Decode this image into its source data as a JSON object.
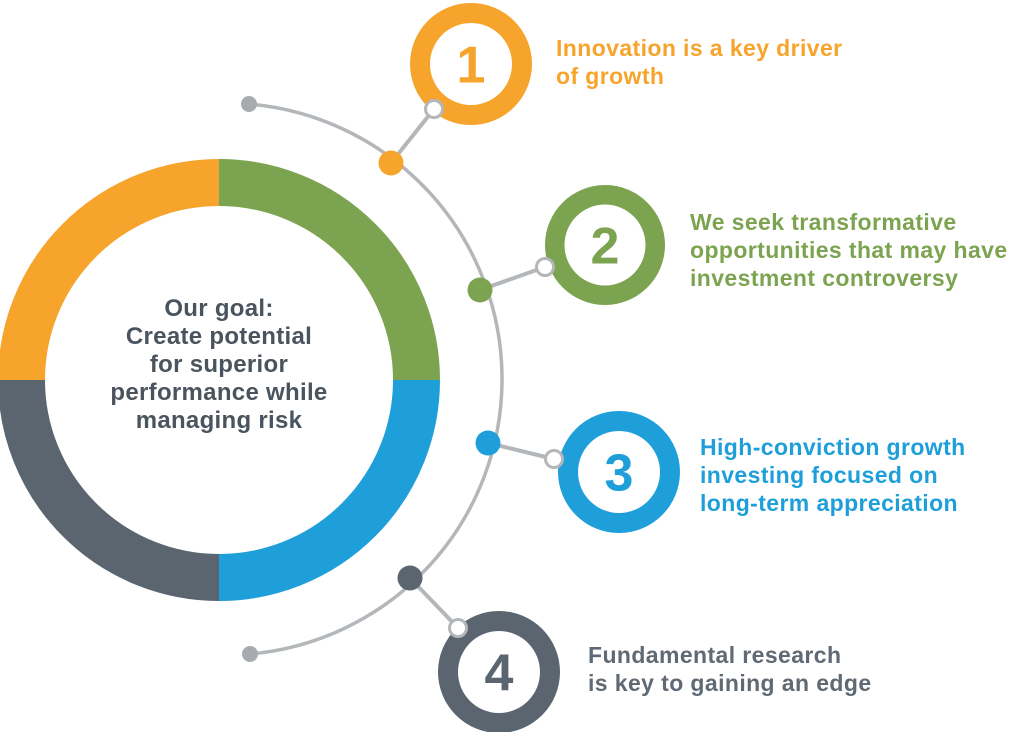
{
  "title": "Investment approach infographic",
  "colors": {
    "orange": "#F6A42C",
    "green": "#7CA450",
    "blue": "#1F9FDA",
    "slate": "#5A6570",
    "line": "#B4B7BA",
    "end_dot": "#A7ABAF",
    "white": "#FFFFFF"
  },
  "donut": {
    "text_color": "#4A545F",
    "center_lines": {
      "0": "Our goal:",
      "1": "Create potential",
      "2": "for superior",
      "3": "performance while",
      "4": "managing risk"
    },
    "segments": {
      "top_left": {
        "name": "orange-segment",
        "color": "#F6A42C"
      },
      "top_right": {
        "name": "green-segment",
        "color": "#7CA450"
      },
      "bottom_right": {
        "name": "blue-segment",
        "color": "#1F9FDA"
      },
      "bottom_left": {
        "name": "slate-segment",
        "color": "#5A6570"
      }
    }
  },
  "items": {
    "0": {
      "number": "1",
      "color": "#F6A42C",
      "lines": {
        "0": "Innovation is a key driver",
        "1": "of growth"
      }
    },
    "1": {
      "number": "2",
      "color": "#7CA450",
      "lines": {
        "0": "We seek transformative",
        "1": "opportunities that may have",
        "2": "investment controversy"
      }
    },
    "2": {
      "number": "3",
      "color": "#1F9FDA",
      "lines": {
        "0": "High-conviction growth",
        "1": "investing focused on",
        "2": "long-term appreciation"
      }
    },
    "3": {
      "number": "4",
      "color": "#606A74",
      "circle_color": "#5A6570",
      "lines": {
        "0": "Fundamental research",
        "1": "is key to gaining an edge"
      }
    }
  }
}
